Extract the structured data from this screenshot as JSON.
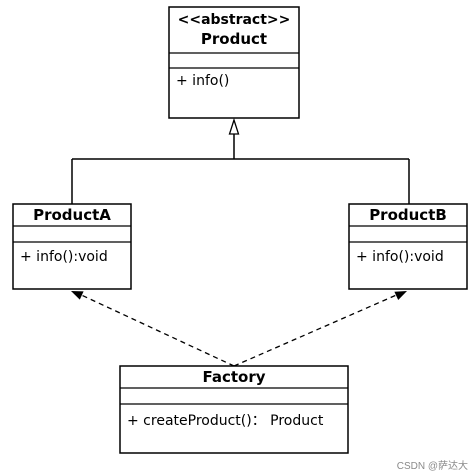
{
  "classes": {
    "product": {
      "stereotype": "<<abstract>>",
      "name": "Product",
      "methods": [
        "+ info()"
      ]
    },
    "product_a": {
      "name": "ProductA",
      "methods": [
        "+ info():void"
      ]
    },
    "product_b": {
      "name": "ProductB",
      "methods": [
        "+ info():void"
      ]
    },
    "factory": {
      "name": "Factory",
      "methods": [
        "+ createProduct()： Product"
      ]
    }
  },
  "relations": [
    {
      "from": "product_a",
      "to": "product",
      "kind": "generalization"
    },
    {
      "from": "product_b",
      "to": "product",
      "kind": "generalization"
    },
    {
      "from": "factory",
      "to": "product_a",
      "kind": "dependency"
    },
    {
      "from": "factory",
      "to": "product_b",
      "kind": "dependency"
    }
  ],
  "watermark": "CSDN @萨达大"
}
